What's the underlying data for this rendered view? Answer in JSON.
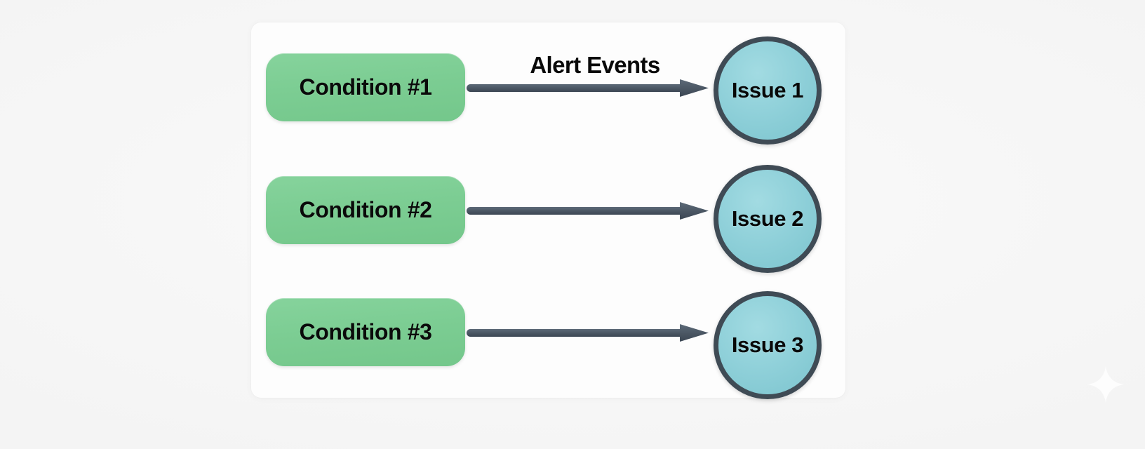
{
  "canvas": {
    "background_color": "#f6f6f6",
    "watermark_icon": "sparkle-icon"
  },
  "panel": {
    "background_color": "#fdfdfd",
    "border_radius": "14px"
  },
  "theme": {
    "condition_fill": "#7ccd93",
    "issue_fill": "#8fd0d9",
    "issue_stroke": "#3f4b55",
    "arrow_color": "#4a5663",
    "text_color": "#0a0a0a"
  },
  "diagram": {
    "type": "flow",
    "rows": [
      {
        "condition": "Condition #1",
        "arrow_label": "Alert Events",
        "issue": "Issue 1"
      },
      {
        "condition": "Condition #2",
        "arrow_label": "",
        "issue": "Issue 2"
      },
      {
        "condition": "Condition #3",
        "arrow_label": "",
        "issue": "Issue 3"
      }
    ]
  }
}
